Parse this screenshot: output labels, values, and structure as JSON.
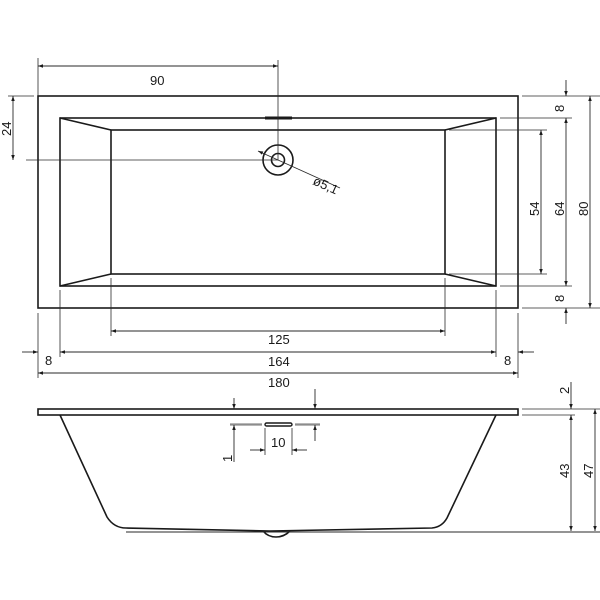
{
  "drawing": {
    "title": "Rectangular bathtub technical drawing",
    "colors": {
      "line": "#1a1a1a",
      "background": "#ffffff",
      "hidden_line": "#8c8c8c"
    },
    "top_view": {
      "dimensions": {
        "drain_offset_x": "90",
        "drain_offset_y": "24",
        "drain_diameter": "ø5,1",
        "floor_length": "125",
        "inner_length": "164",
        "outer_length": "180",
        "rim_left": "8",
        "rim_right": "8",
        "rim_top": "8",
        "rim_bottom": "8",
        "floor_width": "54",
        "inner_width": "64",
        "outer_width": "80"
      }
    },
    "side_view": {
      "dimensions": {
        "rim_thickness": "2",
        "inner_depth": "43",
        "total_height": "47",
        "overflow_offset": "1",
        "overflow_width": "10"
      }
    }
  }
}
